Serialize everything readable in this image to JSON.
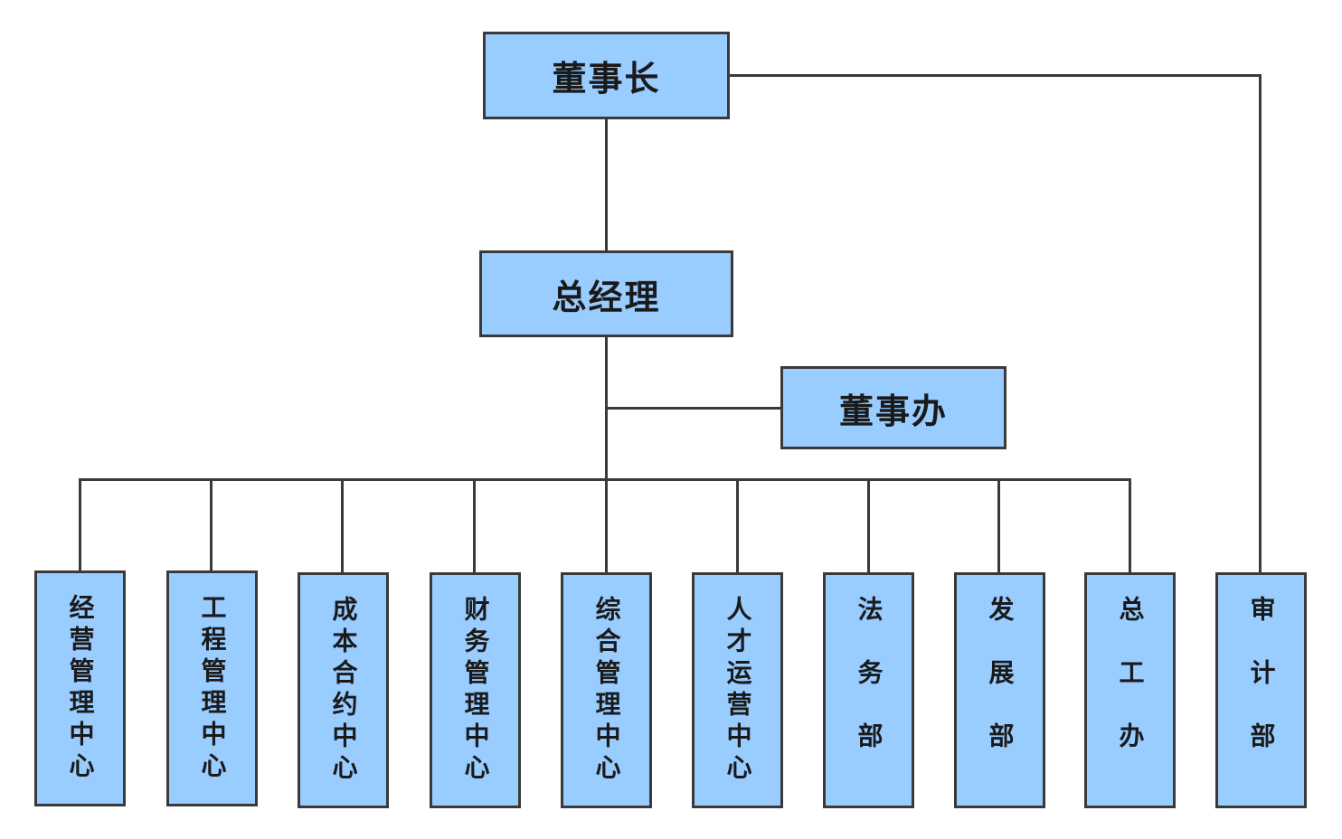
{
  "org": {
    "chairman": "董事长",
    "general_manager": "总经理",
    "board_office": "董事办",
    "departments": [
      "经营管理中心",
      "工程管理中心",
      "成本合约中心",
      "财务管理中心",
      "综合管理中心",
      "人才运营中心",
      "法务部",
      "发展部",
      "总工办"
    ],
    "audit": "审计部"
  },
  "colors": {
    "box_fill": "#99ccff",
    "line": "#3a3a3a"
  }
}
